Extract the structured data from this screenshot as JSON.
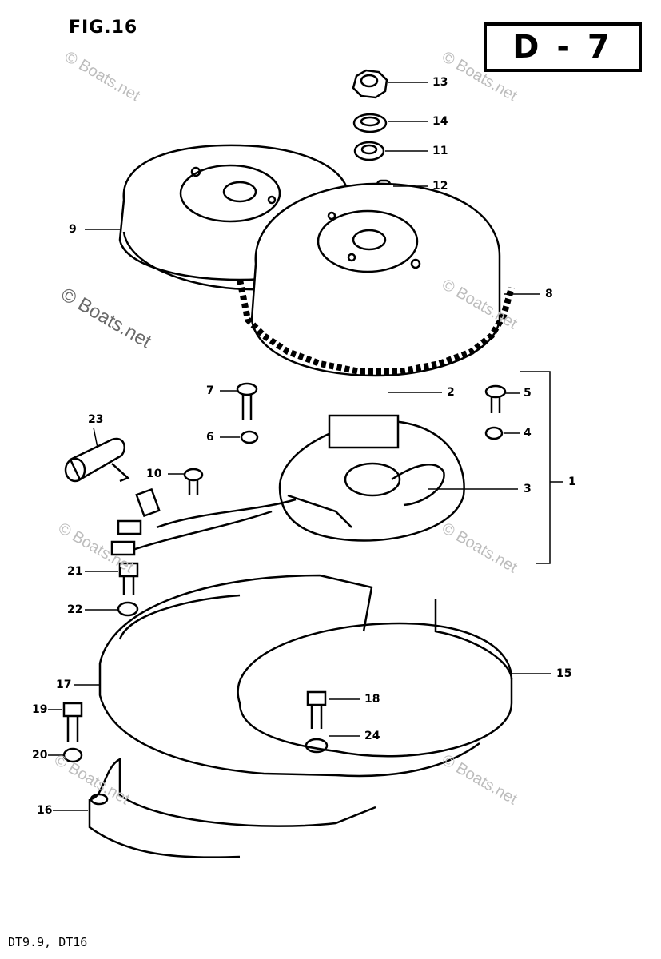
{
  "figure_label": "FIG.16",
  "page_code": "D - 7",
  "models": "DT9.9, DT16",
  "watermark": "© Boats.net",
  "callouts": {
    "c1": "1",
    "c2": "2",
    "c3": "3",
    "c4": "4",
    "c5": "5",
    "c6": "6",
    "c7": "7",
    "c8": "8",
    "c9": "9",
    "c10": "10",
    "c11": "11",
    "c12": "12",
    "c13": "13",
    "c14": "14",
    "c15": "15",
    "c16": "16",
    "c17": "17",
    "c18": "18",
    "c19": "19",
    "c20": "20",
    "c21": "21",
    "c22": "22",
    "c23": "23",
    "c24": "24"
  }
}
